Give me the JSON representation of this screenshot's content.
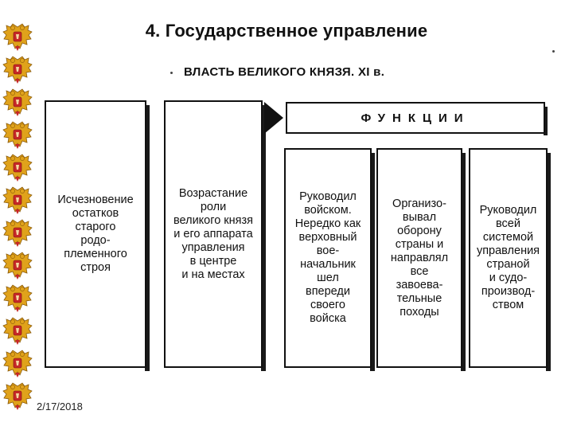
{
  "slide": {
    "title": "4. Государственное управление",
    "date": "2/17/2018"
  },
  "diagram": {
    "heading": "ВЛАСТЬ ВЕЛИКОГО КНЯЗЯ.",
    "heading_century": "XI в.",
    "functions_label": "ФУНКЦИИ",
    "boxes": [
      {
        "text": "Исчезновение\nостатков\nстарого\nродо-\nплеменного\nстроя"
      },
      {
        "text": "Возрастание\nроли\nвеликого князя\nи его аппарата\nуправления\nв центре\nи на местах"
      },
      {
        "text": "Руководил\nвойском.\nНередко как\nверховный\nвое-\nначальник\nшел\nвпереди\nсвоего\nвойска"
      },
      {
        "text": "Организо-\nвывал\nоборону\nстраны и\nнаправлял\nвсе\nзавоева-\nтельные\nпоходы"
      },
      {
        "text": "Руководил\nвсей\nсистемой\nуправления\nстраной\nи судо-\nпроизвод-\nством"
      }
    ]
  },
  "colors": {
    "emblem_red": "#c62828",
    "emblem_gold": "#e0a21b",
    "border": "#111111"
  }
}
